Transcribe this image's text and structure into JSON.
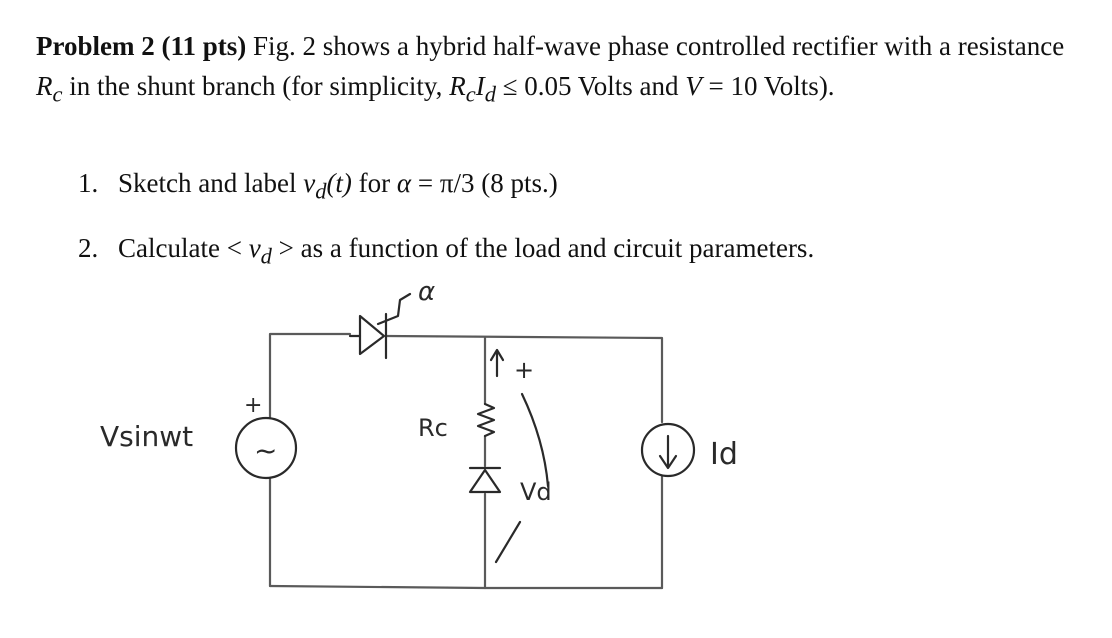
{
  "problem": {
    "title": "Problem 2 (11 pts)",
    "intro": " Fig. 2 shows a hybrid half-wave phase controlled rectifier with a resistance ",
    "rc": "R",
    "rc_sub": "c",
    "mid": " in the shunt branch (for simplicity, ",
    "rcid_r": "R",
    "rcid_c": "c",
    "rcid_i": "I",
    "rcid_d": "d",
    "leq": " ≤ ",
    "cond1": "0.05 Volts and ",
    "v": "V",
    "cond2": " = 10 Volts)."
  },
  "items": [
    {
      "num": "1.",
      "text_a": "Sketch and label ",
      "vd": "v",
      "vd_sub": "d",
      "t": "(t)",
      "text_b": " for ",
      "alpha": "α",
      "text_c": " = π/3 (8 pts.)"
    },
    {
      "num": "2.",
      "text_a": "Calculate < ",
      "vd": "v",
      "vd_sub": "d",
      "text_b": " > as a function of the load and circuit parameters."
    }
  ],
  "circuit": {
    "source_label": "Vsinwt",
    "source_plus": "+",
    "source_symbol": "~",
    "alpha_label": "α",
    "rc_label": "Rc",
    "vd_label": "Vd",
    "vd_plus": "+",
    "id_label": "Id"
  }
}
